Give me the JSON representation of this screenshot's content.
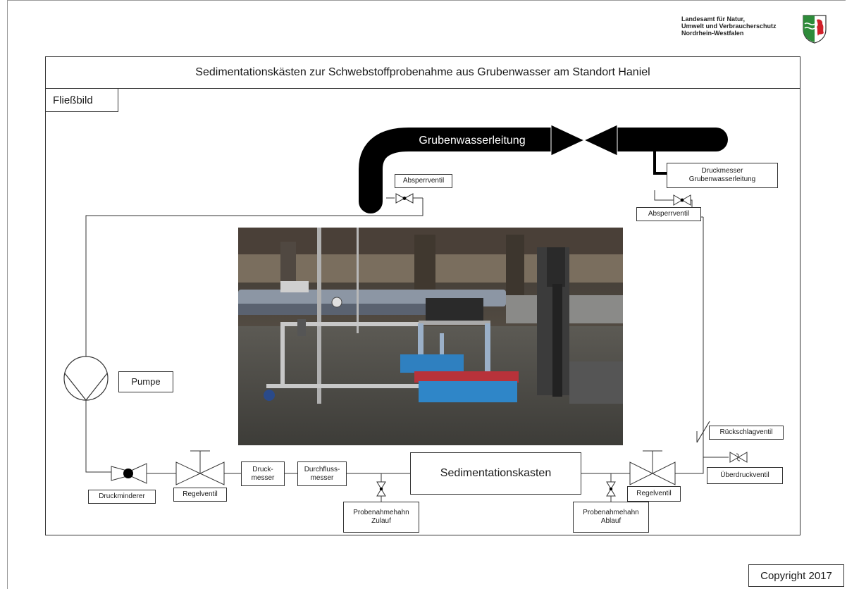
{
  "agency": {
    "line1": "Landesamt für Natur,",
    "line2": "Umwelt und Verbraucherschutz",
    "line3": "Nordrhein-Westfalen"
  },
  "title": "Sedimentationskästen zur Schwebstoffprobenahme aus Grubenwasser am Standort Haniel",
  "section_label": "Fließbild",
  "pipe_label": "Grubenwasserleitung",
  "labels": {
    "absperrventil_left": "Absperrventil",
    "druckmesser_gwl_1": "Druckmesser",
    "druckmesser_gwl_2": "Grubenwasserleitung",
    "absperrventil_right": "Absperrventil",
    "pumpe": "Pumpe",
    "rueckschlagventil": "Rückschlagventil",
    "ueberdruckventil": "Überdruckventil",
    "druckminderer": "Druckminderer",
    "regelventil_left": "Regelventil",
    "druckmesser_1": "Druck-",
    "druckmesser_2": "messer",
    "durchfluss_1": "Durchfluss-",
    "durchfluss_2": "messer",
    "sedimentationskasten": "Sedimentationskasten",
    "regelventil_right": "Regelventil",
    "probe_zulauf_1": "Probenahmehahn",
    "probe_zulauf_2": "Zulauf",
    "probe_ablauf_1": "Probenahmehahn",
    "probe_ablauf_2": "Ablauf"
  },
  "copyright": "Copyright 2017",
  "colors": {
    "line": "#333333",
    "pipe": "#000000",
    "seal_green": "#2e8b3a",
    "seal_red": "#d0202a"
  },
  "icons": {
    "seal": "nrw-coat-of-arms-icon",
    "photo": "sedimentation-setup-photo"
  }
}
